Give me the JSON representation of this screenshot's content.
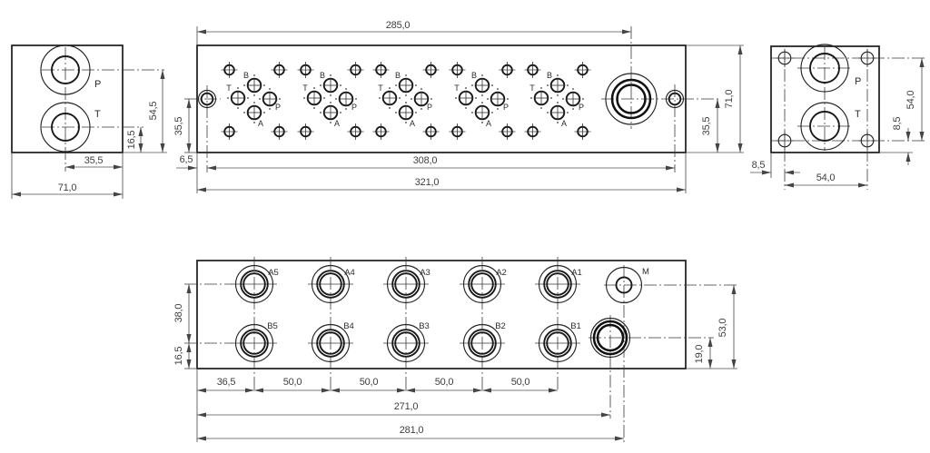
{
  "colors": {
    "background": "#ffffff",
    "line": "#1a1a1a",
    "dimension_line": "#4f4f4f",
    "text": "#3f3f3f"
  },
  "station_ports": {
    "b": "B",
    "t": "T",
    "p": "P",
    "a": "A"
  },
  "left_view": {
    "port_p": "P",
    "port_t": "T",
    "dim_port_to_edge": "35,5",
    "dim_width": "71,0",
    "dim_t_height": "16,5",
    "dim_p_height": "54,5"
  },
  "top_view": {
    "dim_to_inlet": "285,0",
    "dim_hole_height_left": "35,5",
    "dim_hole_offset": "6,5",
    "dim_hole_span": "308,0",
    "dim_total_length": "321,0",
    "dim_hole_height_right": "35,5",
    "dim_height": "71,0"
  },
  "right_view": {
    "port_p": "P",
    "port_t": "T",
    "dim_hole_offset_x": "8,5",
    "dim_hole_span_x": "54,0",
    "dim_hole_span_y": "54,0",
    "dim_hole_offset_y": "8,5"
  },
  "front_view": {
    "a_ports": [
      "A5",
      "A4",
      "A3",
      "A2",
      "A1"
    ],
    "b_ports": [
      "B5",
      "B4",
      "B3",
      "B2",
      "B1"
    ],
    "gauge_port": "M",
    "dim_ab_spacing": "38,0",
    "dim_b_height": "16,5",
    "dim_first_station": "36,5",
    "dim_station_pitch": "50,0",
    "dim_to_inlet": "271,0",
    "dim_to_gauge": "281,0",
    "dim_inlet_height": "19,0",
    "dim_gauge_height": "53,0"
  }
}
